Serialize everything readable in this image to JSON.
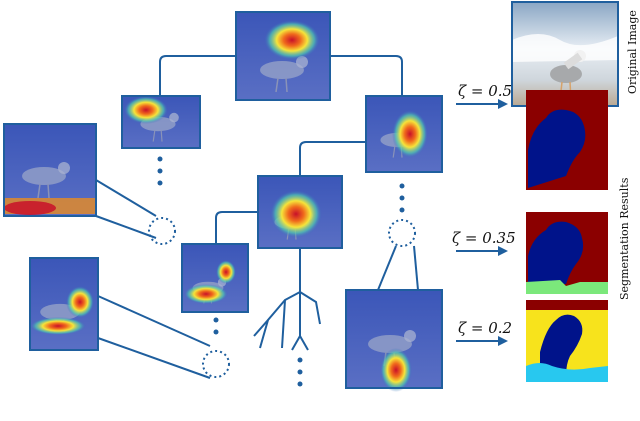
{
  "labels": {
    "original_image": "Original Image",
    "segmentation_results": "Segmentation Results"
  },
  "zeta_values": [
    {
      "text": "ζ = 0.5"
    },
    {
      "text": "ζ = 0.35"
    },
    {
      "text": "ζ = 0.2"
    }
  ],
  "colors": {
    "line": "#1f5f9e",
    "heat_low": "#2b3aa8",
    "heat_high": "#d81e1e",
    "seg_maroon": "#8b0000",
    "seg_navy": "#00138a",
    "seg_green": "#7be87b",
    "seg_yellow": "#f7e31c",
    "seg_cyan": "#28c8ef"
  }
}
